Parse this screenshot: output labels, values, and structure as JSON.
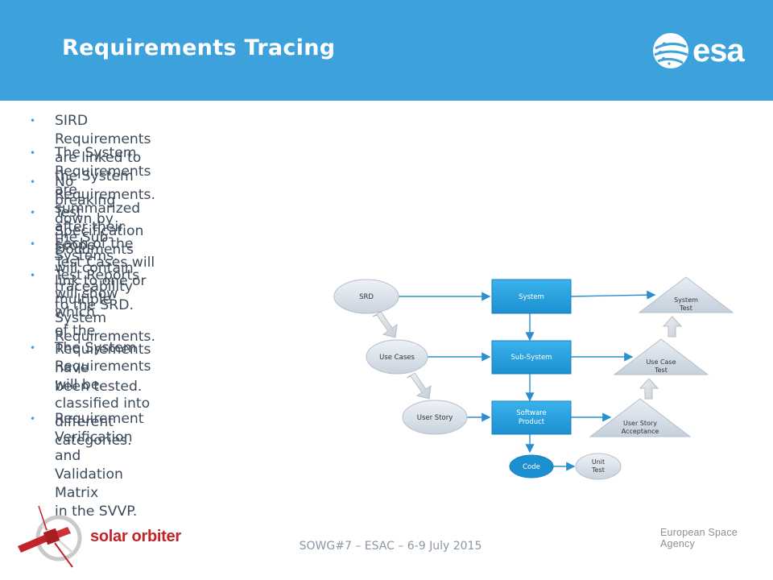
{
  "header": {
    "title": "Requirements Tracing",
    "logo_text": "esa",
    "bg_color": "#3da2db"
  },
  "bullets": [
    "SIRD Requirements are linked to the System Requirements.",
    "The System Requirements are summarized after their scope.",
    "No breaking down by the Sub-Systems.",
    "Test Specification Documents will contain traceability to the SRD.",
    "Each of the Test Cases will link to one or multiple System Requirements.",
    "Test Reports will show which\nof the Requirements have\nbeen tested.",
    "The System Requirements\nwill be classified into\ndifferent categories.",
    "Requirement Verification\nand Validation Matrix\nin the SVVP."
  ],
  "diagram": {
    "srd": "SRD",
    "use_cases": "Use Cases",
    "user_story": "User Story",
    "system": "System",
    "sub_system": "Sub-System",
    "software_product_1": "Software",
    "software_product_2": "Product",
    "code": "Code",
    "unit_test_1": "Unit",
    "unit_test_2": "Test",
    "system_test_1": "System",
    "system_test_2": "Test",
    "use_case_test_1": "Use Case",
    "use_case_test_2": "Test",
    "user_story_acceptance_1": "User Story",
    "user_story_acceptance_2": "Acceptance"
  },
  "footer": {
    "event": "SOWG#7 – ESAC – 6-9 July 2015",
    "agency": "European Space Agency",
    "mission_logo": "solar orbiter"
  }
}
